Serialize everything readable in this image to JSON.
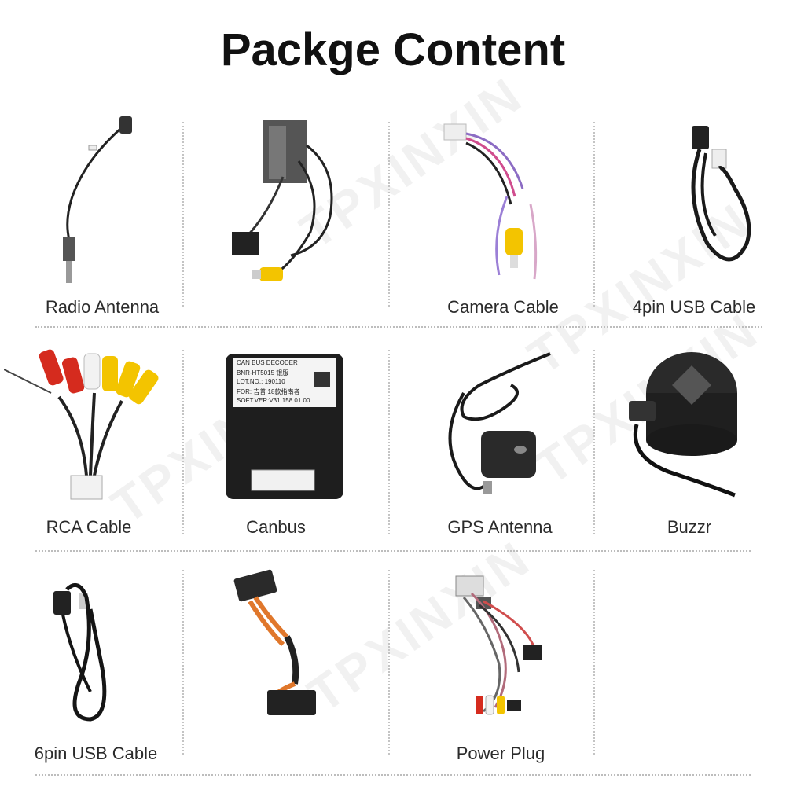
{
  "title": "Packge Content",
  "watermark": "TPXINXIN",
  "items": [
    {
      "label": "Radio Antenna",
      "icon": "radio-antenna-icon"
    },
    {
      "label": "",
      "icon": "harness-adapter-icon"
    },
    {
      "label": "Camera Cable",
      "icon": "camera-cable-icon"
    },
    {
      "label": "4pin USB Cable",
      "icon": "usb-4pin-cable-icon"
    },
    {
      "label": "RCA Cable",
      "icon": "rca-cable-icon"
    },
    {
      "label": "Canbus",
      "icon": "canbus-decoder-icon"
    },
    {
      "label": "GPS Antenna",
      "icon": "gps-antenna-icon"
    },
    {
      "label": "Buzzr",
      "icon": "buzzer-icon"
    },
    {
      "label": "6pin USB Cable",
      "icon": "usb-6pin-cable-icon"
    },
    {
      "label": "",
      "icon": "main-harness-icon"
    },
    {
      "label": "Power Plug",
      "icon": "power-plug-icon"
    }
  ],
  "canbus_box": {
    "line1": "CAN BUS DECODER",
    "line2": "BNR-HT5015 银服",
    "line3": "LOT.NO.: 190110",
    "line4": "FOR: 吉普 18款指南者",
    "line5": "SOFT.VER:V31.158.01.00"
  }
}
